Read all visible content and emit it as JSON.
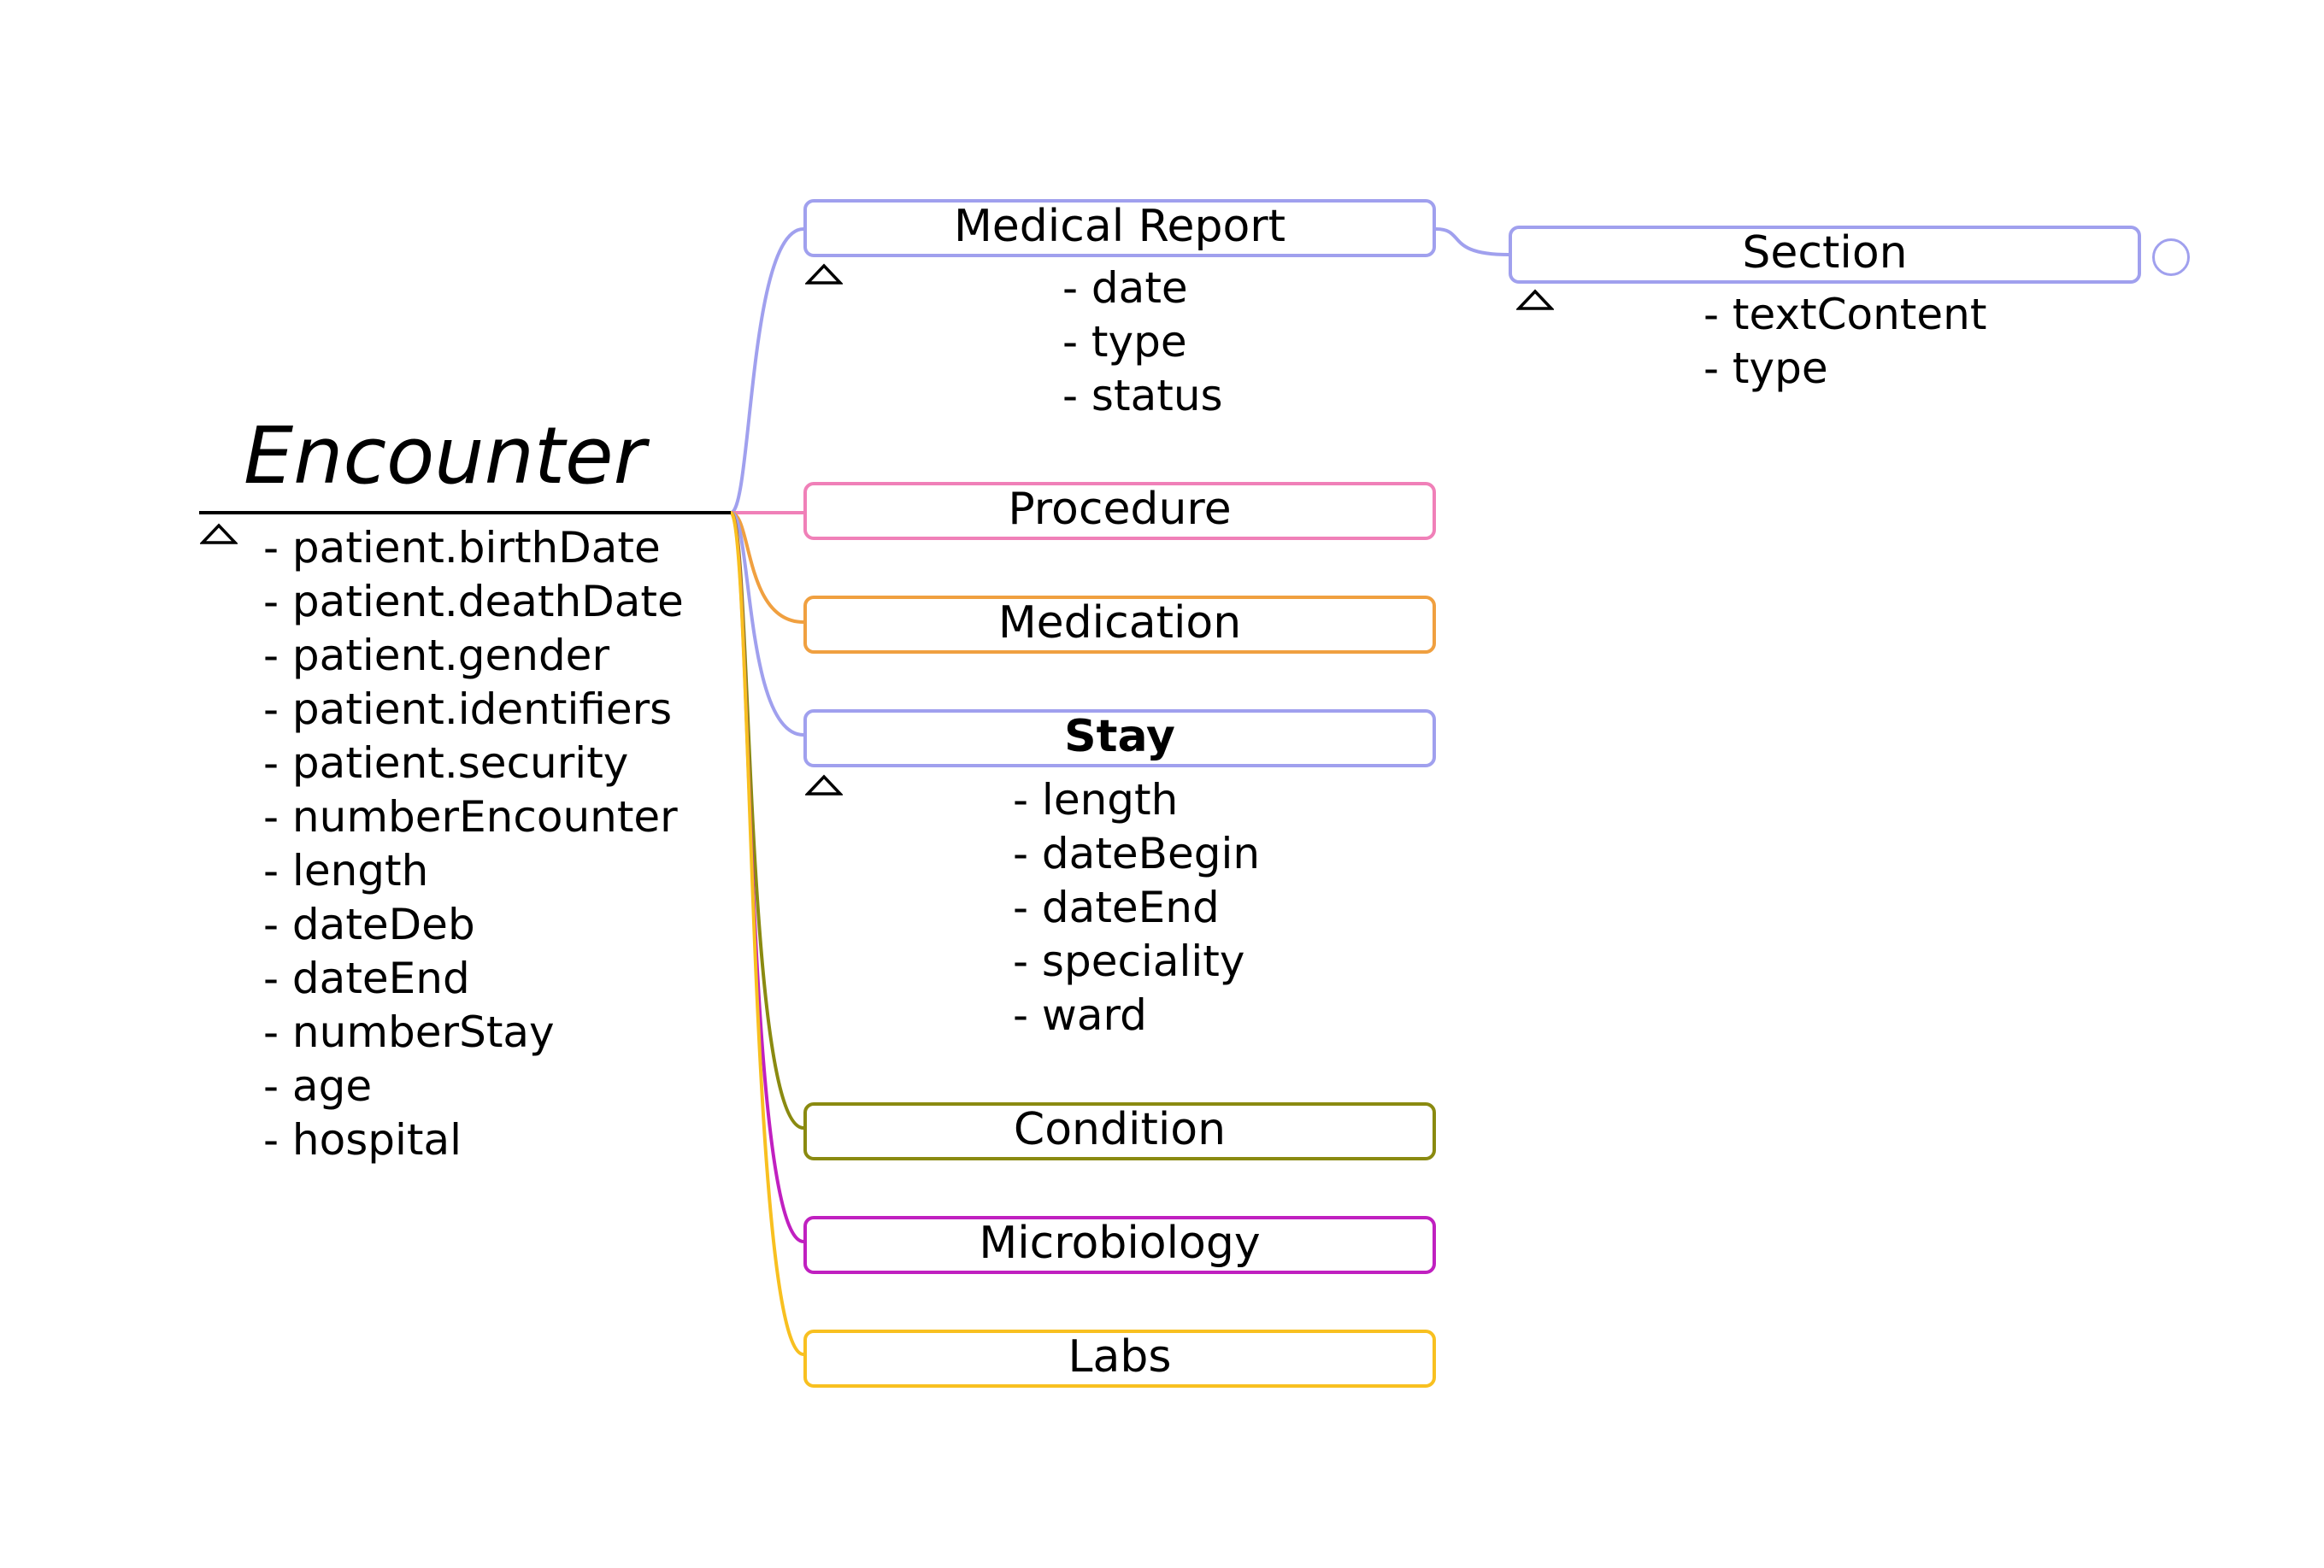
{
  "root": {
    "title": "Encounter",
    "attributes": [
      "- patient.birthDate",
      "- patient.deathDate",
      "- patient.gender",
      "- patient.identifiers",
      "- patient.security",
      "- numberEncounter",
      "- length",
      "- dateDeb",
      "- dateEnd",
      "- numberStay",
      "- age",
      "- hospital"
    ]
  },
  "nodes": {
    "medical_report": {
      "label": "Medical Report",
      "color": "#a0a0ee",
      "attributes": [
        "- date",
        "- type",
        "- status"
      ]
    },
    "section": {
      "label": "Section",
      "color": "#a0a0ee",
      "attributes": [
        "- textContent",
        "- type"
      ]
    },
    "procedure": {
      "label": "Procedure",
      "color": "#f080b8"
    },
    "medication": {
      "label": "Medication",
      "color": "#f0a040"
    },
    "stay": {
      "label": "Stay",
      "color": "#a0a0ee",
      "attributes": [
        "- length",
        "- dateBegin",
        "- dateEnd",
        "- speciality",
        "- ward"
      ]
    },
    "condition": {
      "label": "Condition",
      "color": "#8a8a10"
    },
    "microbiology": {
      "label": "Microbiology",
      "color": "#c020c0"
    },
    "labs": {
      "label": "Labs",
      "color": "#f8c020"
    }
  }
}
